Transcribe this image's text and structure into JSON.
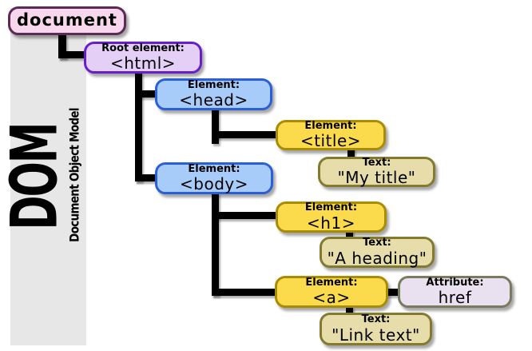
{
  "banner": {
    "title": "DOM",
    "subtitle": "Document Object Model"
  },
  "nodes": {
    "document": {
      "tag": "document"
    },
    "html": {
      "label": "Root element:",
      "tag": "<html>"
    },
    "head": {
      "label": "Element:",
      "tag": "<head>"
    },
    "title": {
      "label": "Element:",
      "tag": "<title>"
    },
    "my_title": {
      "label": "Text:",
      "tag": "\"My title\""
    },
    "body": {
      "label": "Element:",
      "tag": "<body>"
    },
    "h1": {
      "label": "Element:",
      "tag": "<h1>"
    },
    "a_heading": {
      "label": "Text:",
      "tag": "\"A heading\""
    },
    "a": {
      "label": "Element:",
      "tag": "<a>"
    },
    "href": {
      "label": "Attribute:",
      "tag": "href"
    },
    "link_text": {
      "label": "Text:",
      "tag": "\"Link text\""
    }
  },
  "colors": {
    "document_fill": "#F7D7EB",
    "document_border": "#5C2A56",
    "root_element_fill": "#E4D0F7",
    "root_element_border": "#671FC9",
    "element_structure_fill": "#A8CCFA",
    "element_structure_border": "#2A5FD7",
    "element_content_fill": "#FBDB4B",
    "element_content_border": "#A88C04",
    "text_node_fill": "#E6DDAB",
    "text_node_border": "#837A2E",
    "attribute_fill": "#E9E1F0",
    "attribute_border": "#7C7A5E",
    "connector": "#000000",
    "sidebar_band": "#E7E7E7"
  }
}
